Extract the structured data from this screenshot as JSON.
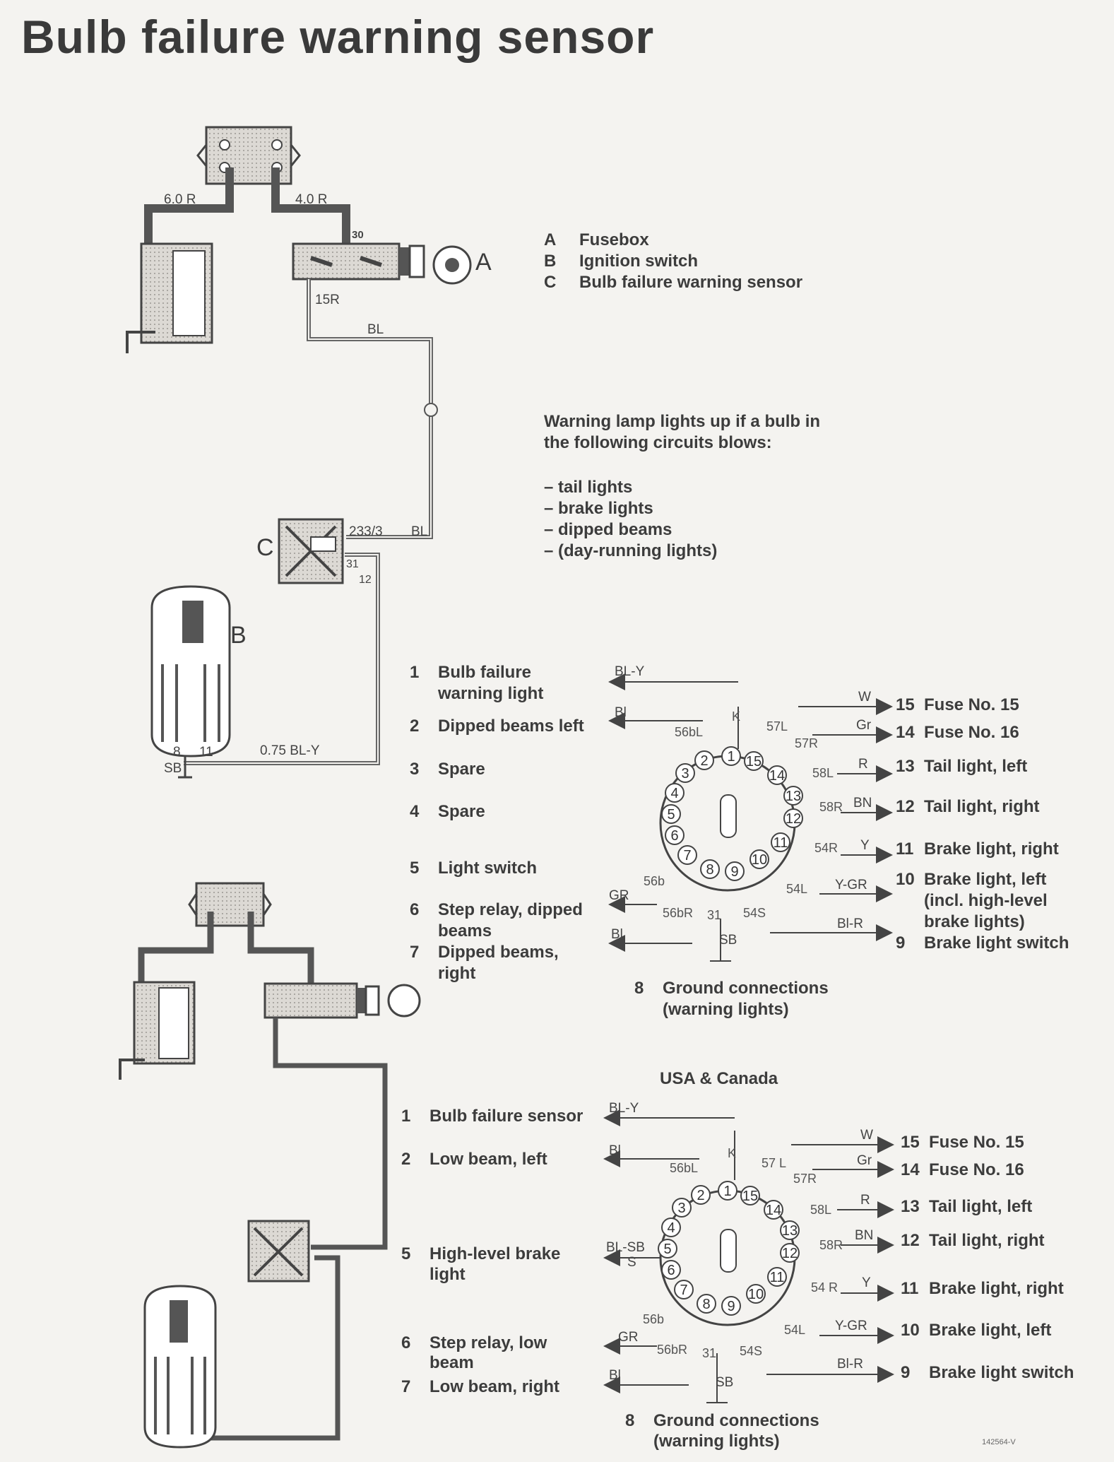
{
  "title": "Bulb failure warning sensor",
  "legend": [
    {
      "key": "A",
      "text": "Fusebox"
    },
    {
      "key": "B",
      "text": "Ignition switch"
    },
    {
      "key": "C",
      "text": "Bulb failure warning sensor"
    }
  ],
  "warning_text": {
    "line1": "Warning lamp lights up if a bulb in",
    "line2": "the following circuits blows:",
    "items": [
      "– tail lights",
      "– brake lights",
      "– dipped beams",
      "– (day-running lights)"
    ]
  },
  "top_diagram": {
    "wire_labels": [
      "6.0 R",
      "4.0 R",
      "30",
      "15R",
      "BL",
      "233/3",
      "BL",
      "31",
      "12",
      "0.75 BL-Y",
      "8",
      "SB",
      "11"
    ],
    "markers": {
      "a": "A",
      "b": "B",
      "c": "C"
    }
  },
  "connector1": {
    "left_items": [
      {
        "n": "1",
        "text": "Bulb failure",
        "text2": "warning light"
      },
      {
        "n": "2",
        "text": "Dipped beams left"
      },
      {
        "n": "3",
        "text": "Spare"
      },
      {
        "n": "4",
        "text": "Spare"
      },
      {
        "n": "5",
        "text": "Light switch"
      },
      {
        "n": "6",
        "text": "Step relay, dipped",
        "text2": "beams"
      },
      {
        "n": "7",
        "text": "Dipped beams,",
        "text2": "right"
      }
    ],
    "right_items": [
      {
        "n": "15",
        "text": "Fuse No. 15"
      },
      {
        "n": "14",
        "text": "Fuse No. 16"
      },
      {
        "n": "13",
        "text": "Tail light, left"
      },
      {
        "n": "12",
        "text": "Tail light, right"
      },
      {
        "n": "11",
        "text": "Brake light, right"
      },
      {
        "n": "10",
        "text": "Brake light, left",
        "text2": "(incl. high-level",
        "text3": "brake lights)"
      },
      {
        "n": "9",
        "text": "Brake light switch"
      }
    ],
    "ground": {
      "n": "8",
      "text": "Ground connections",
      "text2": "(warning lights)"
    },
    "wires": [
      "BL-Y",
      "Bl",
      "W",
      "Gr",
      "R",
      "BN",
      "Y",
      "Y-GR",
      "Bl-R",
      "GR",
      "Bl",
      "SB"
    ],
    "pins": [
      "K",
      "56bL",
      "57L",
      "57R",
      "58L",
      "58R",
      "54R",
      "54L",
      "54S",
      "31",
      "56bR",
      "56b"
    ]
  },
  "connector2": {
    "heading": "USA & Canada",
    "left_items": [
      {
        "n": "1",
        "text": "Bulb failure sensor"
      },
      {
        "n": "2",
        "text": "Low beam, left"
      },
      {
        "n": "5",
        "text": "High-level brake",
        "text2": "light"
      },
      {
        "n": "6",
        "text": "Step relay, low",
        "text2": "beam"
      },
      {
        "n": "7",
        "text": "Low beam, right"
      }
    ],
    "right_items": [
      {
        "n": "15",
        "text": "Fuse No. 15"
      },
      {
        "n": "14",
        "text": "Fuse No. 16"
      },
      {
        "n": "13",
        "text": "Tail light, left"
      },
      {
        "n": "12",
        "text": "Tail light, right"
      },
      {
        "n": "11",
        "text": "Brake light, right"
      },
      {
        "n": "10",
        "text": "Brake light, left"
      },
      {
        "n": "9",
        "text": "Brake light switch"
      }
    ],
    "ground": {
      "n": "8",
      "text": "Ground connections",
      "text2": "(warning lights)"
    },
    "wires": [
      "BL-Y",
      "Bl",
      "W",
      "Gr",
      "R",
      "BN",
      "Y",
      "Y-GR",
      "Bl-R",
      "BL-SB",
      "S",
      "GR",
      "Bl",
      "SB"
    ],
    "pins": [
      "K",
      "56bL",
      "57 L",
      "57R",
      "58L",
      "58R",
      "54 R",
      "54L",
      "54S",
      "31",
      "56bR",
      "56b"
    ]
  },
  "ref_code": "142564-V",
  "colors": {
    "wire_dark": "#5a5a5a",
    "box_fill": "#d8d5d0",
    "text": "#3c3c3c"
  }
}
